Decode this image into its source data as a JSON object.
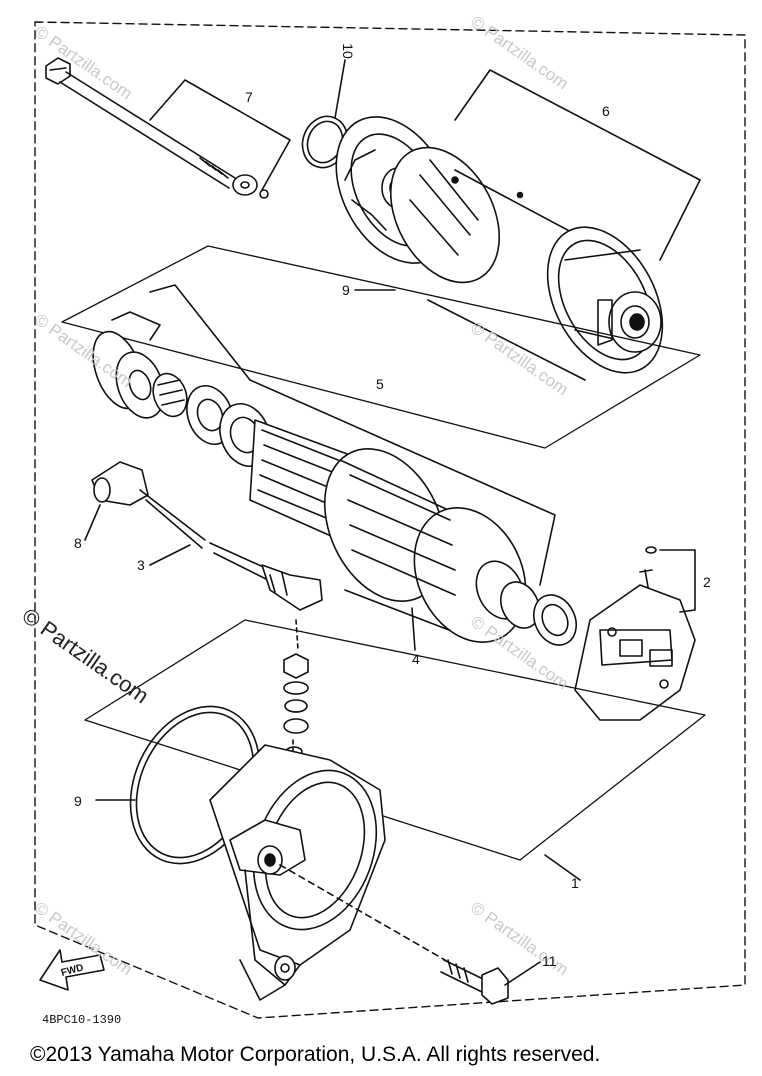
{
  "watermark": {
    "main": "© Partzilla.com",
    "faint": "© Partzilla.com"
  },
  "callouts": {
    "c1": "1",
    "c2": "2",
    "c3": "3",
    "c4": "4",
    "c5": "5",
    "c6": "6",
    "c7": "7",
    "c8": "8",
    "c9_top": "9",
    "c9_bottom": "9",
    "c10": "10",
    "c11": "11"
  },
  "fwd_label": "FWD",
  "diagram_code": "4BPC10-1390",
  "copyright": "©2013  Yamaha Motor Corporation, U.S.A. All rights reserved."
}
